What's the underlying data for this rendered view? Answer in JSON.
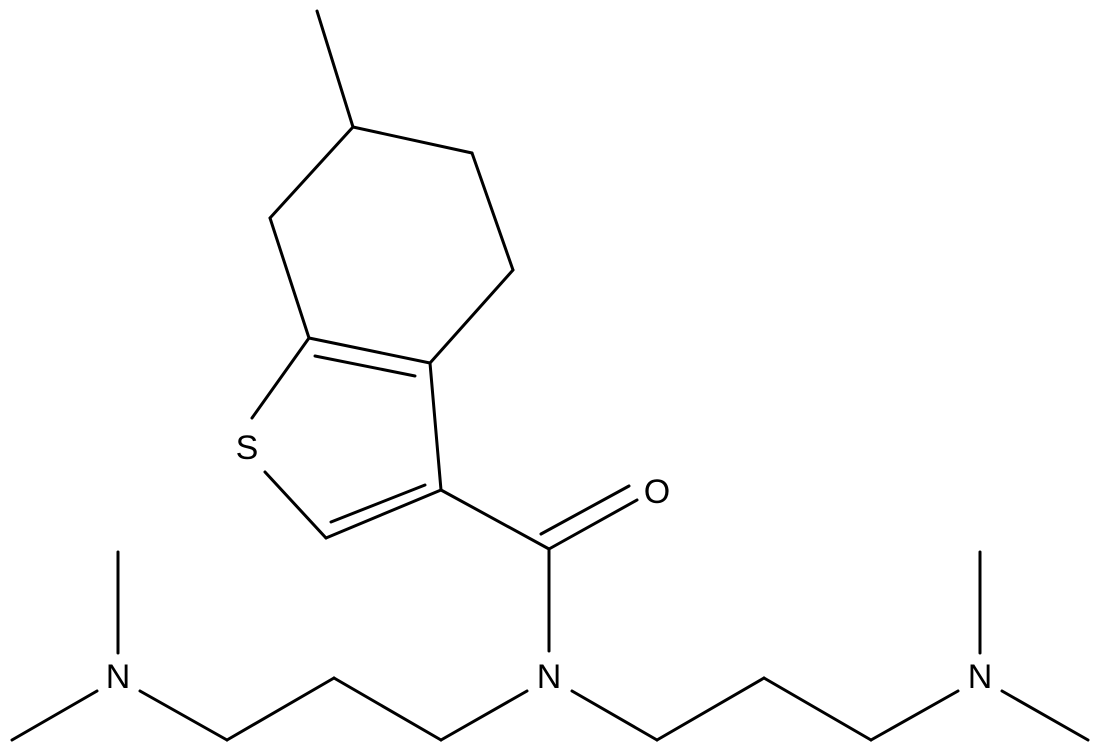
{
  "atoms": {
    "sulfur": "S",
    "carbonyl_oxygen": "O",
    "amide_nitrogen": "N",
    "left_amine_nitrogen": "N",
    "right_amine_nitrogen": "N"
  },
  "colors": {
    "bond": "#000000",
    "label": "#000000",
    "background": "#ffffff"
  }
}
